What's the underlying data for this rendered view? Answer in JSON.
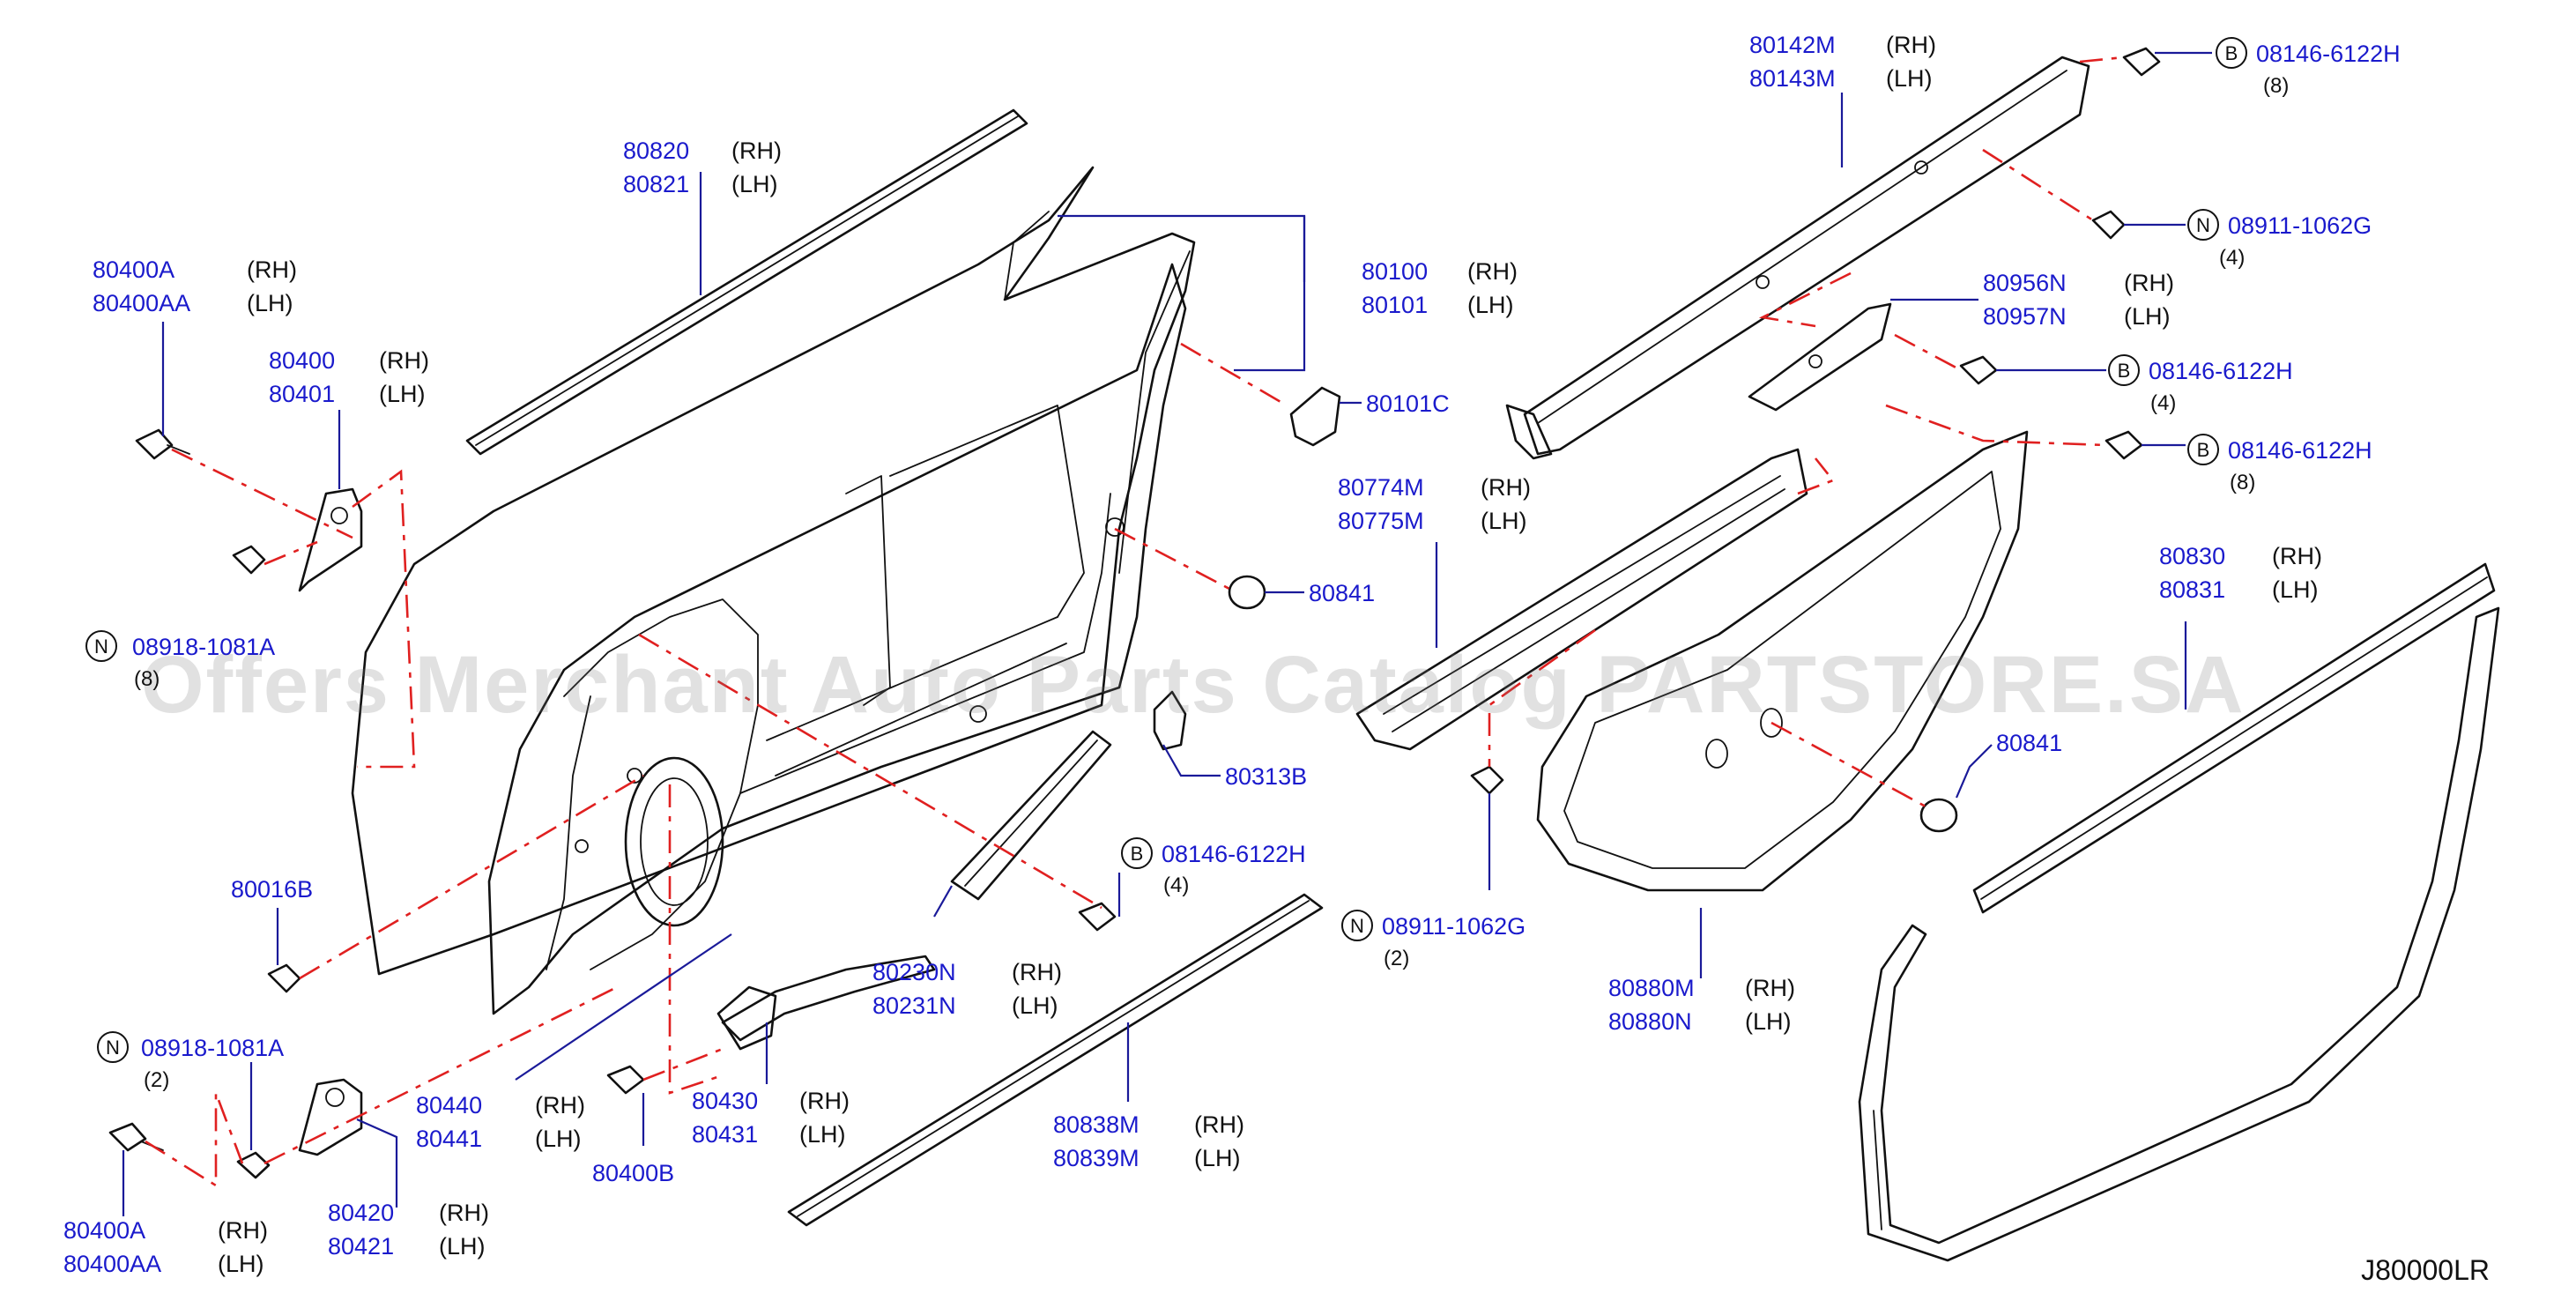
{
  "callouts": [
    {
      "id": "c1",
      "parts": [
        "80820",
        "80821"
      ],
      "sides": [
        "(RH)",
        "(LH)"
      ]
    },
    {
      "id": "c2",
      "parts": [
        "80400A",
        "80400AA"
      ],
      "sides": [
        "(RH)",
        "(LH)"
      ]
    },
    {
      "id": "c3",
      "parts": [
        "80400",
        "80401"
      ],
      "sides": [
        "(RH)",
        "(LH)"
      ]
    },
    {
      "id": "c4",
      "parts": [
        "80100",
        "80101"
      ],
      "sides": [
        "(RH)",
        "(LH)"
      ]
    },
    {
      "id": "c5",
      "parts": [
        "80101C"
      ],
      "sides": []
    },
    {
      "id": "c6",
      "parts": [
        "80841"
      ],
      "sides": []
    },
    {
      "id": "c7",
      "parts": [
        "80313B"
      ],
      "sides": []
    },
    {
      "id": "c8",
      "parts": [
        "80016B"
      ],
      "sides": []
    },
    {
      "id": "c9",
      "parts": [
        "80230N",
        "80231N"
      ],
      "sides": [
        "(RH)",
        "(LH)"
      ]
    },
    {
      "id": "c10",
      "parts": [
        "80440",
        "80441"
      ],
      "sides": [
        "(RH)",
        "(LH)"
      ]
    },
    {
      "id": "c11",
      "parts": [
        "80430",
        "80431"
      ],
      "sides": [
        "(RH)",
        "(LH)"
      ]
    },
    {
      "id": "c12",
      "parts": [
        "80400B"
      ],
      "sides": []
    },
    {
      "id": "c13",
      "parts": [
        "80420",
        "80421"
      ],
      "sides": [
        "(RH)",
        "(LH)"
      ]
    },
    {
      "id": "c14",
      "parts": [
        "80400A",
        "80400AA"
      ],
      "sides": [
        "(RH)",
        "(LH)"
      ]
    },
    {
      "id": "c15",
      "parts": [
        "80838M",
        "80839M"
      ],
      "sides": [
        "(RH)",
        "(LH)"
      ]
    },
    {
      "id": "c16",
      "parts": [
        "80142M",
        "80143M"
      ],
      "sides": [
        "(RH)",
        "(LH)"
      ]
    },
    {
      "id": "c17",
      "parts": [
        "80956N",
        "80957N"
      ],
      "sides": [
        "(RH)",
        "(LH)"
      ]
    },
    {
      "id": "c18",
      "parts": [
        "80774M",
        "80775M"
      ],
      "sides": [
        "(RH)",
        "(LH)"
      ]
    },
    {
      "id": "c19",
      "parts": [
        "80830",
        "80831"
      ],
      "sides": [
        "(RH)",
        "(LH)"
      ]
    },
    {
      "id": "c20",
      "parts": [
        "80841"
      ],
      "sides": []
    },
    {
      "id": "c21",
      "parts": [
        "80880M",
        "80880N"
      ],
      "sides": [
        "(RH)",
        "(LH)"
      ]
    }
  ],
  "fasteners": [
    {
      "id": "f1",
      "badge": "B",
      "part": "08146-6122H",
      "qty": "(8)"
    },
    {
      "id": "f2",
      "badge": "N",
      "part": "08911-1062G",
      "qty": "(4)"
    },
    {
      "id": "f3",
      "badge": "B",
      "part": "08146-6122H",
      "qty": "(4)"
    },
    {
      "id": "f4",
      "badge": "B",
      "part": "08146-6122H",
      "qty": "(8)"
    },
    {
      "id": "f5",
      "badge": "N",
      "part": "08911-1062G",
      "qty": "(2)"
    },
    {
      "id": "f6",
      "badge": "B",
      "part": "08146-6122H",
      "qty": "(4)"
    },
    {
      "id": "f7",
      "badge": "N",
      "part": "08918-1081A",
      "qty": "(2)"
    },
    {
      "id": "f8",
      "badge": "N",
      "part": "08918-1081A",
      "qty": "(8)"
    }
  ],
  "diagram_ref": "J80000LR",
  "watermark": "Offers Merchant Auto Parts Catalog PARTSTORE.SA"
}
